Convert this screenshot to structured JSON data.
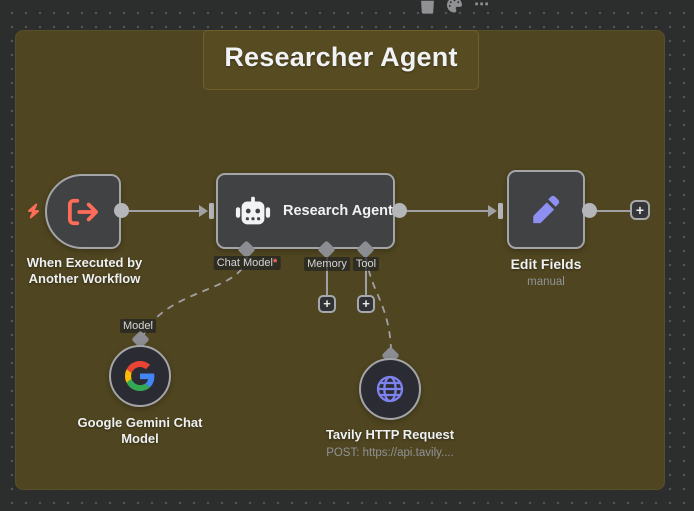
{
  "sticky": {
    "title": "Researcher Agent"
  },
  "sticky_toolbar": {
    "icons": [
      "trash-icon",
      "palette-icon",
      "more-options-icon"
    ]
  },
  "ui": {
    "plus": "+",
    "more": "⋯"
  },
  "trigger_node": {
    "label_line1": "When Executed by",
    "label_line2": "Another Workflow",
    "icon": "arrow-right-from-bracket-icon",
    "badge_icon": "lightning-bolt-icon"
  },
  "agent_node": {
    "title": "Research Agent",
    "icon": "robot-icon",
    "ports": {
      "chat_model": {
        "label": "Chat Model",
        "required": "*"
      },
      "memory": {
        "label": "Memory"
      },
      "tool": {
        "label": "Tool"
      }
    }
  },
  "edit_node": {
    "title": "Edit Fields",
    "subtitle": "manual",
    "icon": "pencil-icon"
  },
  "gemini_node": {
    "label_line1": "Google Gemini Chat",
    "label_line2": "Model",
    "input_label": "Model",
    "icon": "google-g-icon"
  },
  "tavily_node": {
    "title": "Tavily HTTP Request",
    "subtitle": "POST: https://api.tavily....",
    "icon": "globe-icon"
  },
  "colors": {
    "canvas_bg": "#2c2d2d",
    "sticky_fill": "#4f4520",
    "node_fill": "#414244",
    "accent_coral": "#ff6d5a",
    "accent_purple": "#8e8ff2",
    "globe_purple": "#7e82ee",
    "google_blue": "#4285F4",
    "google_green": "#34A853",
    "google_yellow": "#FBBC05",
    "google_red": "#EA4335"
  }
}
